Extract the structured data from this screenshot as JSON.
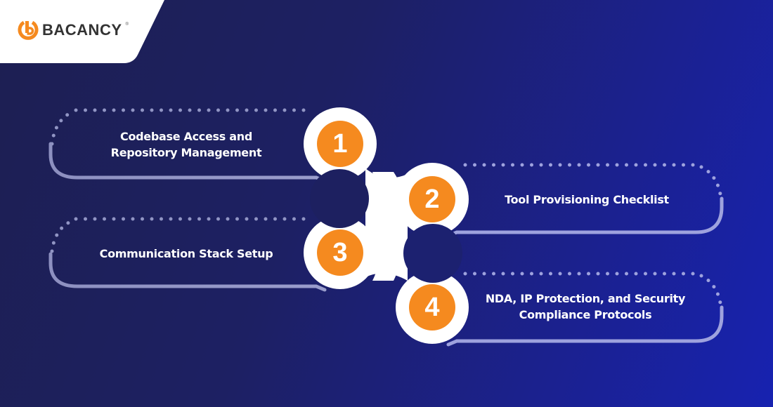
{
  "brand": {
    "name": "BACANCY",
    "registered_mark": "®",
    "logo_icon": "bacancy-b-icon",
    "accent_color": "#f58a1f"
  },
  "colors": {
    "background_start": "#1d1f52",
    "background_end": "#1722b0",
    "number_badge": "#f58a1f",
    "connector": "#ffffff",
    "outline": "#9fa3d6"
  },
  "steps": [
    {
      "number": "1",
      "label": "Codebase Access and Repository Management",
      "side": "left"
    },
    {
      "number": "2",
      "label": "Tool Provisioning Checklist",
      "side": "right"
    },
    {
      "number": "3",
      "label": "Communication Stack Setup",
      "side": "left"
    },
    {
      "number": "4",
      "label": "NDA, IP Protection, and Security Compliance Protocols",
      "side": "right"
    }
  ]
}
